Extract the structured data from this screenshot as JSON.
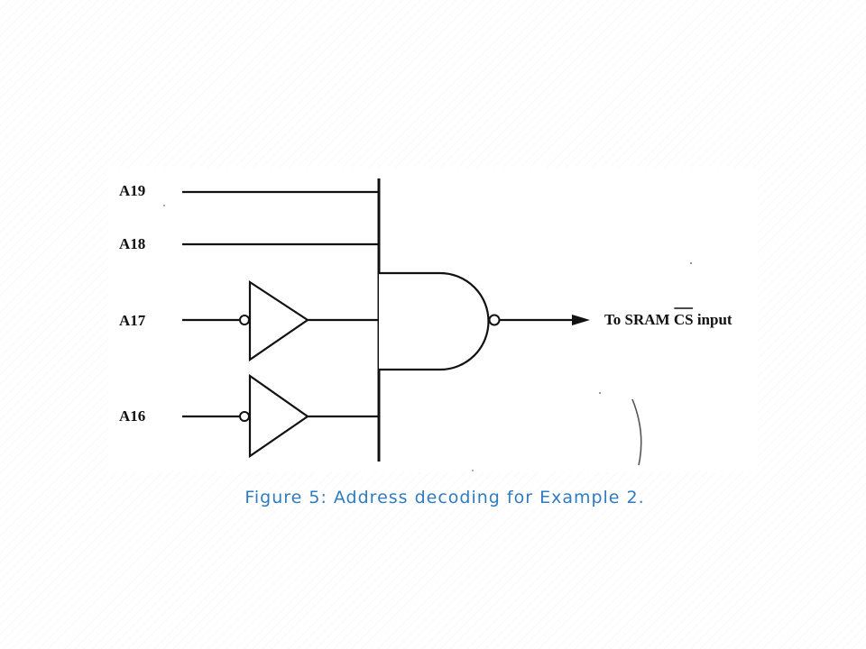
{
  "diagram": {
    "inputs": [
      {
        "id": "a19",
        "label": "A19",
        "inverted": false
      },
      {
        "id": "a18",
        "label": "A18",
        "inverted": false
      },
      {
        "id": "a17",
        "label": "A17",
        "inverted": true
      },
      {
        "id": "a16",
        "label": "A16",
        "inverted": true
      }
    ],
    "gate_type": "NAND",
    "output": {
      "prefix": "To SRAM ",
      "signal": "CS",
      "signal_overbar": true,
      "suffix": " input"
    }
  },
  "caption": "Figure 5: Address decoding for Example 2.",
  "colors": {
    "caption": "#2f7bbf",
    "ink": "#111111"
  }
}
